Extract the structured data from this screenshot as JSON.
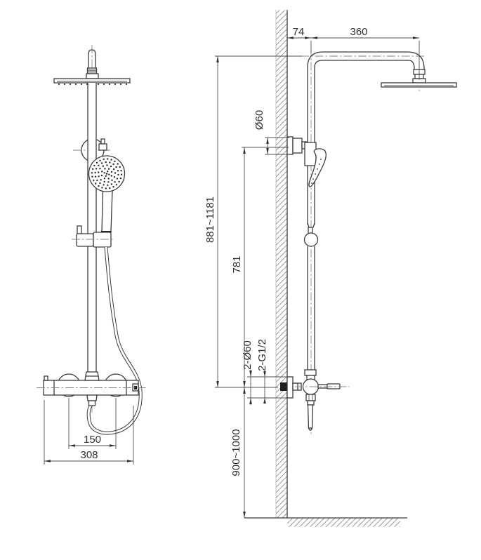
{
  "drawing": {
    "type": "technical-installation-drawing",
    "subject": "Thermostatic shower column with overhead rain shower and hand shower, front and side mounting views",
    "background": "#ffffff",
    "line_color": "#3b3b3b",
    "centerline_color": "#8a8a8a",
    "hatch_color": "#9a9a9a",
    "text_color": "#2f2f2f"
  },
  "front_view": {
    "dim_port_spacing": "150",
    "dim_overall_width": "308"
  },
  "side_view": {
    "dim_wall_offset": "74",
    "dim_arm_reach": "360",
    "dim_bracket_diameter": "Ø60",
    "dim_column_height_range": "881~1181",
    "dim_bracket_to_valve": "781",
    "dim_inlet_diameter": "2-Ø60",
    "dim_inlet_thread": "2-G1/2",
    "dim_valve_height_range": "900~1000"
  }
}
